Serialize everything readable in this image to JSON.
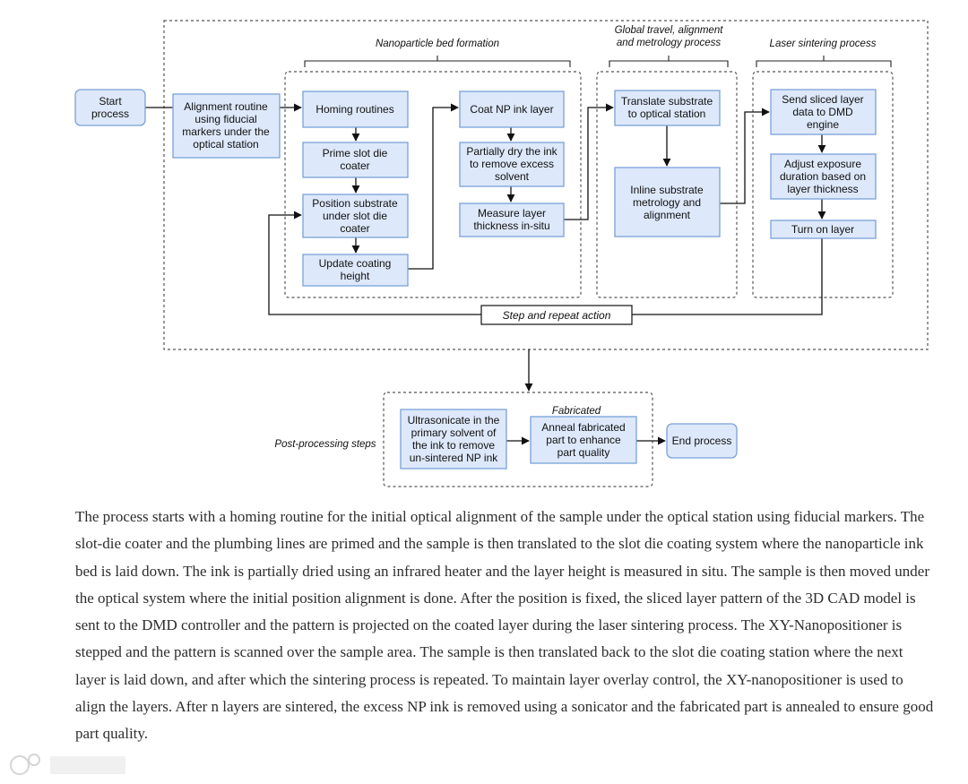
{
  "diagram": {
    "nodes": {
      "start": "Start\nprocess",
      "align": "Alignment routine\nusing fiducial\nmarkers under the\noptical station",
      "homing": "Homing routines",
      "prime": "Prime slot die\ncoater",
      "position": "Position substrate\nunder slot die\ncoater",
      "update": "Update coating\nheight",
      "coat": "Coat NP ink layer",
      "dry": "Partially dry the ink\nto remove excess\nsolvent",
      "measure": "Measure layer\nthickness in-situ",
      "translate": "Translate substrate\nto optical station",
      "inline": "Inline substrate\nmetrology and\nalignment",
      "send": "Send sliced layer\ndata to DMD\nengine",
      "adjust": "Adjust exposure\nduration based on\nlayer thickness",
      "turnon": "Turn on layer",
      "step": "Step and repeat action",
      "ultra": "Ultrasonicate in the\nprimary solvent of\nthe ink to remove\nun-sintered NP ink",
      "anneal": "Anneal fabricated\npart to enhance\npart quality",
      "end": "End process"
    },
    "groups": {
      "nanoparticle": "Nanoparticle bed formation",
      "global": "Global travel, alignment\nand metrology process",
      "laser": "Laser sintering process",
      "fabricated": "Fabricated",
      "post": "Post-processing steps"
    }
  },
  "paragraph": "The process starts with a homing routine for the initial optical alignment of the sample under the optical station using fiducial markers. The slot-die coater and the plumbing lines are primed and the sample is then translated to the slot die coating system where the nanoparticle ink bed is laid down. The ink is partially dried using an infrared heater and the layer height is measured in situ. The sample is then moved under the optical system where the initial position alignment is done. After the position is fixed, the sliced layer pattern of the 3D CAD model is sent to the DMD controller and the pattern is projected on the coated layer during the laser sintering process. The XY-Nanopositioner is stepped and the pattern is scanned over the sample area. The sample is then translated back to the slot die coating station where the next layer is laid down, and after which the sintering process is repeated. To maintain layer overlay control, the XY-nanopositioner is used to align the layers. After n layers are sintered, the excess NP ink is removed using a sonicator and the fabricated part is annealed to ensure good part quality."
}
